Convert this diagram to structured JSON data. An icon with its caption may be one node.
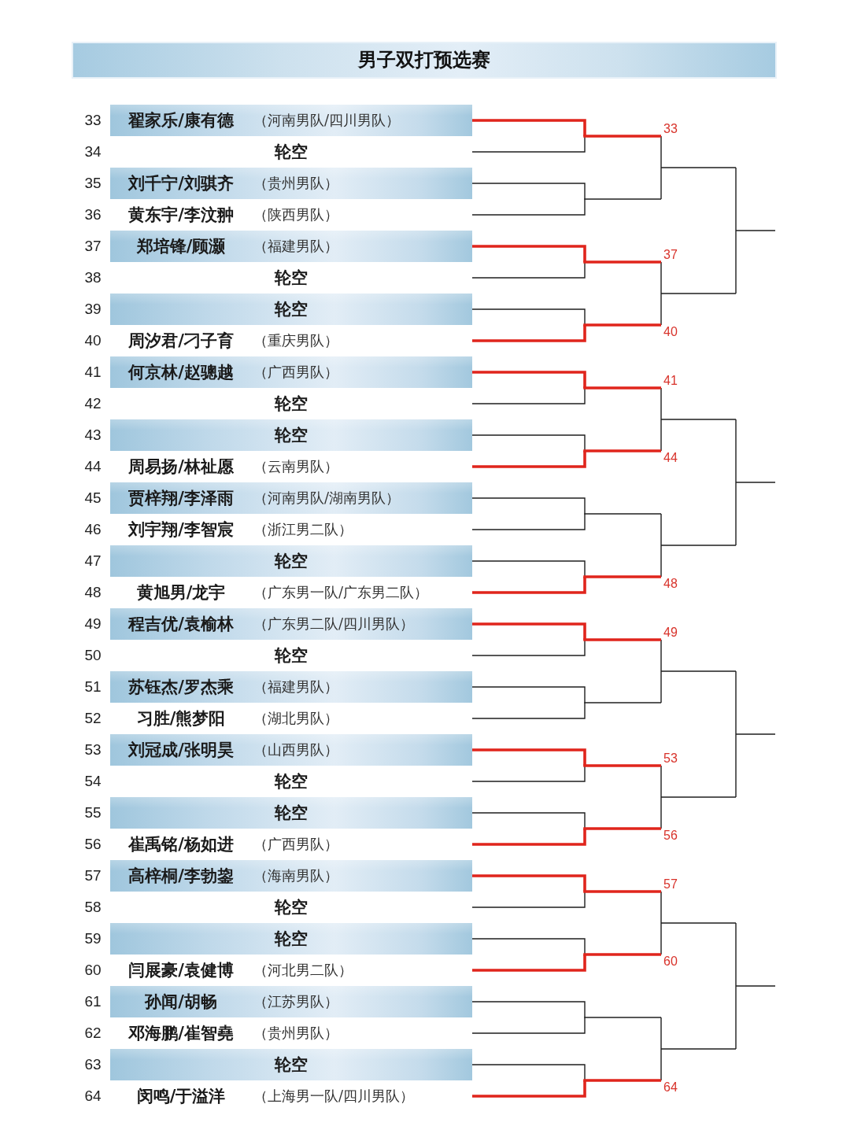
{
  "diagram": {
    "title": "男子双打预选赛",
    "nodes": [
      {
        "text": [
          "翟家乐/康有德",
          "（河南男队/四川男队）"
        ],
        "beside": [
          "33"
        ]
      },
      {
        "text": [
          "轮空"
        ],
        "beside": [
          "34"
        ]
      },
      {
        "text": [
          "刘千宁/刘骐齐",
          "（贵州男队）"
        ],
        "beside": [
          "35"
        ]
      },
      {
        "text": [
          "黄东宇/李汶翀",
          "（陕西男队）"
        ],
        "beside": [
          "36"
        ]
      },
      {
        "text": [
          "郑培锋/顾灏",
          "（福建男队）"
        ],
        "beside": [
          "37"
        ]
      },
      {
        "text": [
          "轮空"
        ],
        "beside": [
          "38"
        ]
      },
      {
        "text": [
          "轮空"
        ],
        "beside": [
          "39"
        ]
      },
      {
        "text": [
          "周汐君/刁子育",
          "（重庆男队）"
        ],
        "beside": [
          "40"
        ]
      },
      {
        "text": [
          "何京林/赵骢越",
          "（广西男队）"
        ],
        "beside": [
          "41"
        ]
      },
      {
        "text": [
          "轮空"
        ],
        "beside": [
          "42"
        ]
      },
      {
        "text": [
          "轮空"
        ],
        "beside": [
          "43"
        ]
      },
      {
        "text": [
          "周易扬/林祉愿",
          "（云南男队）"
        ],
        "beside": [
          "44"
        ]
      },
      {
        "text": [
          "贾梓翔/李泽雨",
          "（河南男队/湖南男队）"
        ],
        "beside": [
          "45"
        ]
      },
      {
        "text": [
          "刘宇翔/李智宸",
          "（浙江男二队）"
        ],
        "beside": [
          "46"
        ]
      },
      {
        "text": [
          "轮空"
        ],
        "beside": [
          "47"
        ]
      },
      {
        "text": [
          "黄旭男/龙宇",
          "（广东男一队/广东男二队）"
        ],
        "beside": [
          "48"
        ]
      },
      {
        "text": [
          "程吉优/袁榆林",
          "（广东男二队/四川男队）"
        ],
        "beside": [
          "49"
        ]
      },
      {
        "text": [
          "轮空"
        ],
        "beside": [
          "50"
        ]
      },
      {
        "text": [
          "苏钰杰/罗杰乘",
          "（福建男队）"
        ],
        "beside": [
          "51"
        ]
      },
      {
        "text": [
          "习胜/熊梦阳",
          "（湖北男队）"
        ],
        "beside": [
          "52"
        ]
      },
      {
        "text": [
          "刘冠成/张明昊",
          "（山西男队）"
        ],
        "beside": [
          "53"
        ]
      },
      {
        "text": [
          "轮空"
        ],
        "beside": [
          "54"
        ]
      },
      {
        "text": [
          "轮空"
        ],
        "beside": [
          "55"
        ]
      },
      {
        "text": [
          "崔禹铭/杨如进",
          "（广西男队）"
        ],
        "beside": [
          "56"
        ]
      },
      {
        "text": [
          "高梓桐/李勃鋆",
          "（海南男队）"
        ],
        "beside": [
          "57"
        ]
      },
      {
        "text": [
          "轮空"
        ],
        "beside": [
          "58"
        ]
      },
      {
        "text": [
          "轮空"
        ],
        "beside": [
          "59"
        ]
      },
      {
        "text": [
          "闫展豪/袁健博",
          "（河北男二队）"
        ],
        "beside": [
          "60"
        ]
      },
      {
        "text": [
          "孙闻/胡畅",
          "（江苏男队）"
        ],
        "beside": [
          "61"
        ]
      },
      {
        "text": [
          "邓海鹏/崔智堯",
          "（贵州男队）"
        ],
        "beside": [
          "62"
        ]
      },
      {
        "text": [
          "轮空"
        ],
        "beside": [
          "63"
        ]
      },
      {
        "text": [
          "闵鸣/于溢洋",
          "（上海男一队/四川男队）"
        ],
        "beside": [
          "64"
        ]
      },
      {
        "text": [
          "33"
        ]
      },
      {
        "text": [
          "37"
        ]
      },
      {
        "text": [
          "40"
        ]
      },
      {
        "text": [
          "41"
        ]
      },
      {
        "text": [
          "44"
        ]
      },
      {
        "text": [
          "48"
        ]
      },
      {
        "text": [
          "49"
        ]
      },
      {
        "text": [
          "53"
        ]
      },
      {
        "text": [
          "56"
        ]
      },
      {
        "text": [
          "57"
        ]
      },
      {
        "text": [
          "60"
        ]
      },
      {
        "text": [
          "64"
        ]
      }
    ],
    "edges": [
      {
        "from": 0,
        "to": 32,
        "arrow": "none",
        "style": "thick",
        "color": "#e0251c"
      },
      {
        "from": 1,
        "to": 32,
        "arrow": "none"
      },
      {
        "from": 2,
        "to": null,
        "arrow": "none"
      },
      {
        "from": 3,
        "to": null,
        "arrow": "none"
      },
      {
        "from": 4,
        "to": 33,
        "arrow": "none",
        "style": "thick",
        "color": "#e0251c"
      },
      {
        "from": 5,
        "to": 33,
        "arrow": "none"
      },
      {
        "from": 6,
        "to": 34,
        "arrow": "none"
      },
      {
        "from": 7,
        "to": 34,
        "arrow": "none",
        "style": "thick",
        "color": "#e0251c"
      },
      {
        "from": 8,
        "to": 35,
        "arrow": "none",
        "style": "thick",
        "color": "#e0251c"
      },
      {
        "from": 9,
        "to": 35,
        "arrow": "none"
      },
      {
        "from": 10,
        "to": 36,
        "arrow": "none"
      },
      {
        "from": 11,
        "to": 36,
        "arrow": "none",
        "style": "thick",
        "color": "#e0251c"
      },
      {
        "from": 12,
        "to": null,
        "arrow": "none"
      },
      {
        "from": 13,
        "to": null,
        "arrow": "none"
      },
      {
        "from": 14,
        "to": 37,
        "arrow": "none"
      },
      {
        "from": 15,
        "to": 37,
        "arrow": "none",
        "style": "thick",
        "color": "#e0251c"
      },
      {
        "from": 16,
        "to": 38,
        "arrow": "none",
        "style": "thick",
        "color": "#e0251c"
      },
      {
        "from": 17,
        "to": 38,
        "arrow": "none"
      },
      {
        "from": 18,
        "to": null,
        "arrow": "none"
      },
      {
        "from": 19,
        "to": null,
        "arrow": "none"
      },
      {
        "from": 20,
        "to": 39,
        "arrow": "none",
        "style": "thick",
        "color": "#e0251c"
      },
      {
        "from": 21,
        "to": 39,
        "arrow": "none"
      },
      {
        "from": 22,
        "to": 40,
        "arrow": "none"
      },
      {
        "from": 23,
        "to": 40,
        "arrow": "none",
        "style": "thick",
        "color": "#e0251c"
      },
      {
        "from": 24,
        "to": 41,
        "arrow": "none",
        "style": "thick",
        "color": "#e0251c"
      },
      {
        "from": 25,
        "to": 41,
        "arrow": "none"
      },
      {
        "from": 26,
        "to": 42,
        "arrow": "none"
      },
      {
        "from": 27,
        "to": 42,
        "arrow": "none",
        "style": "thick",
        "color": "#e0251c"
      },
      {
        "from": 28,
        "to": null,
        "arrow": "none"
      },
      {
        "from": 29,
        "to": null,
        "arrow": "none"
      },
      {
        "from": 30,
        "to": 43,
        "arrow": "none"
      },
      {
        "from": 31,
        "to": 43,
        "arrow": "none",
        "style": "thick",
        "color": "#e0251c"
      }
    ]
  }
}
